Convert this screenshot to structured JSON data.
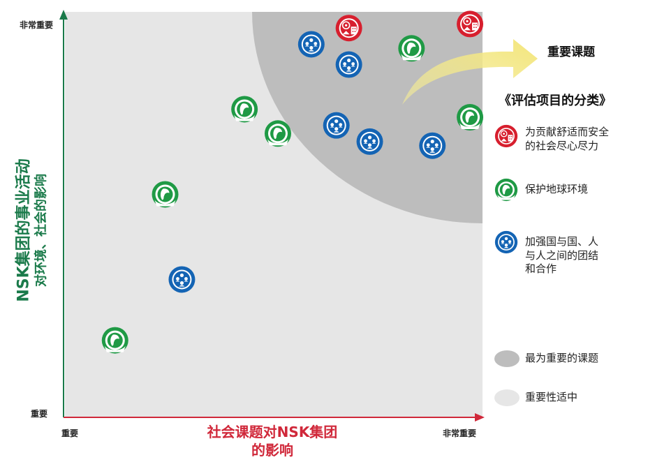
{
  "y_axis": {
    "title_line1": "NSK集团的事业活动",
    "title_line2": "对环境、社会的影响",
    "tick_high": "非常重要",
    "tick_low": "重要"
  },
  "x_axis": {
    "title_line1": "社会课题对NSK集团",
    "title_line2": "的影响",
    "tick_low": "重要",
    "tick_high": "非常重要"
  },
  "callout": "重要课题",
  "legend": {
    "title": "《评估项目的分类》",
    "items": [
      {
        "icon": "red-city-icon",
        "text_line1": "为贡献舒适而安全",
        "text_line2": "的社会尽心尽力",
        "color": "#d71f2e"
      },
      {
        "icon": "green-globe-icon",
        "text_line1": "保护地球环境",
        "color": "#1f9a45"
      },
      {
        "icon": "blue-people-icon",
        "text_line1": "加强国与国、人",
        "text_line2": "与人之间的团结",
        "text_line3": "和合作",
        "color": "#1464b4"
      }
    ],
    "regions": [
      {
        "label": "最为重要的课题",
        "color": "#bdbdbd"
      },
      {
        "label": "重要性适中",
        "color": "#e6e6e6"
      }
    ]
  },
  "chart_data": {
    "type": "scatter",
    "xlabel": "社会课题对NSK集团的影响",
    "ylabel": "NSK集团的事业活动对环境、社会的影响",
    "xlim": [
      0,
      1
    ],
    "ylim": [
      0,
      1
    ],
    "grid": false,
    "series": [
      {
        "name": "为贡献舒适而安全的社会尽心尽力",
        "category": "red",
        "points": [
          [
            0.68,
            0.96
          ],
          [
            0.97,
            0.97
          ]
        ]
      },
      {
        "name": "保护地球环境",
        "category": "green",
        "points": [
          [
            0.83,
            0.91
          ],
          [
            0.43,
            0.76
          ],
          [
            0.51,
            0.7
          ],
          [
            0.97,
            0.74
          ],
          [
            0.24,
            0.55
          ],
          [
            0.12,
            0.19
          ]
        ]
      },
      {
        "name": "加强国与国、人与人之间的团结和合作",
        "category": "blue",
        "points": [
          [
            0.59,
            0.92
          ],
          [
            0.68,
            0.87
          ],
          [
            0.65,
            0.72
          ],
          [
            0.73,
            0.68
          ],
          [
            0.88,
            0.67
          ],
          [
            0.28,
            0.34
          ]
        ]
      }
    ]
  }
}
